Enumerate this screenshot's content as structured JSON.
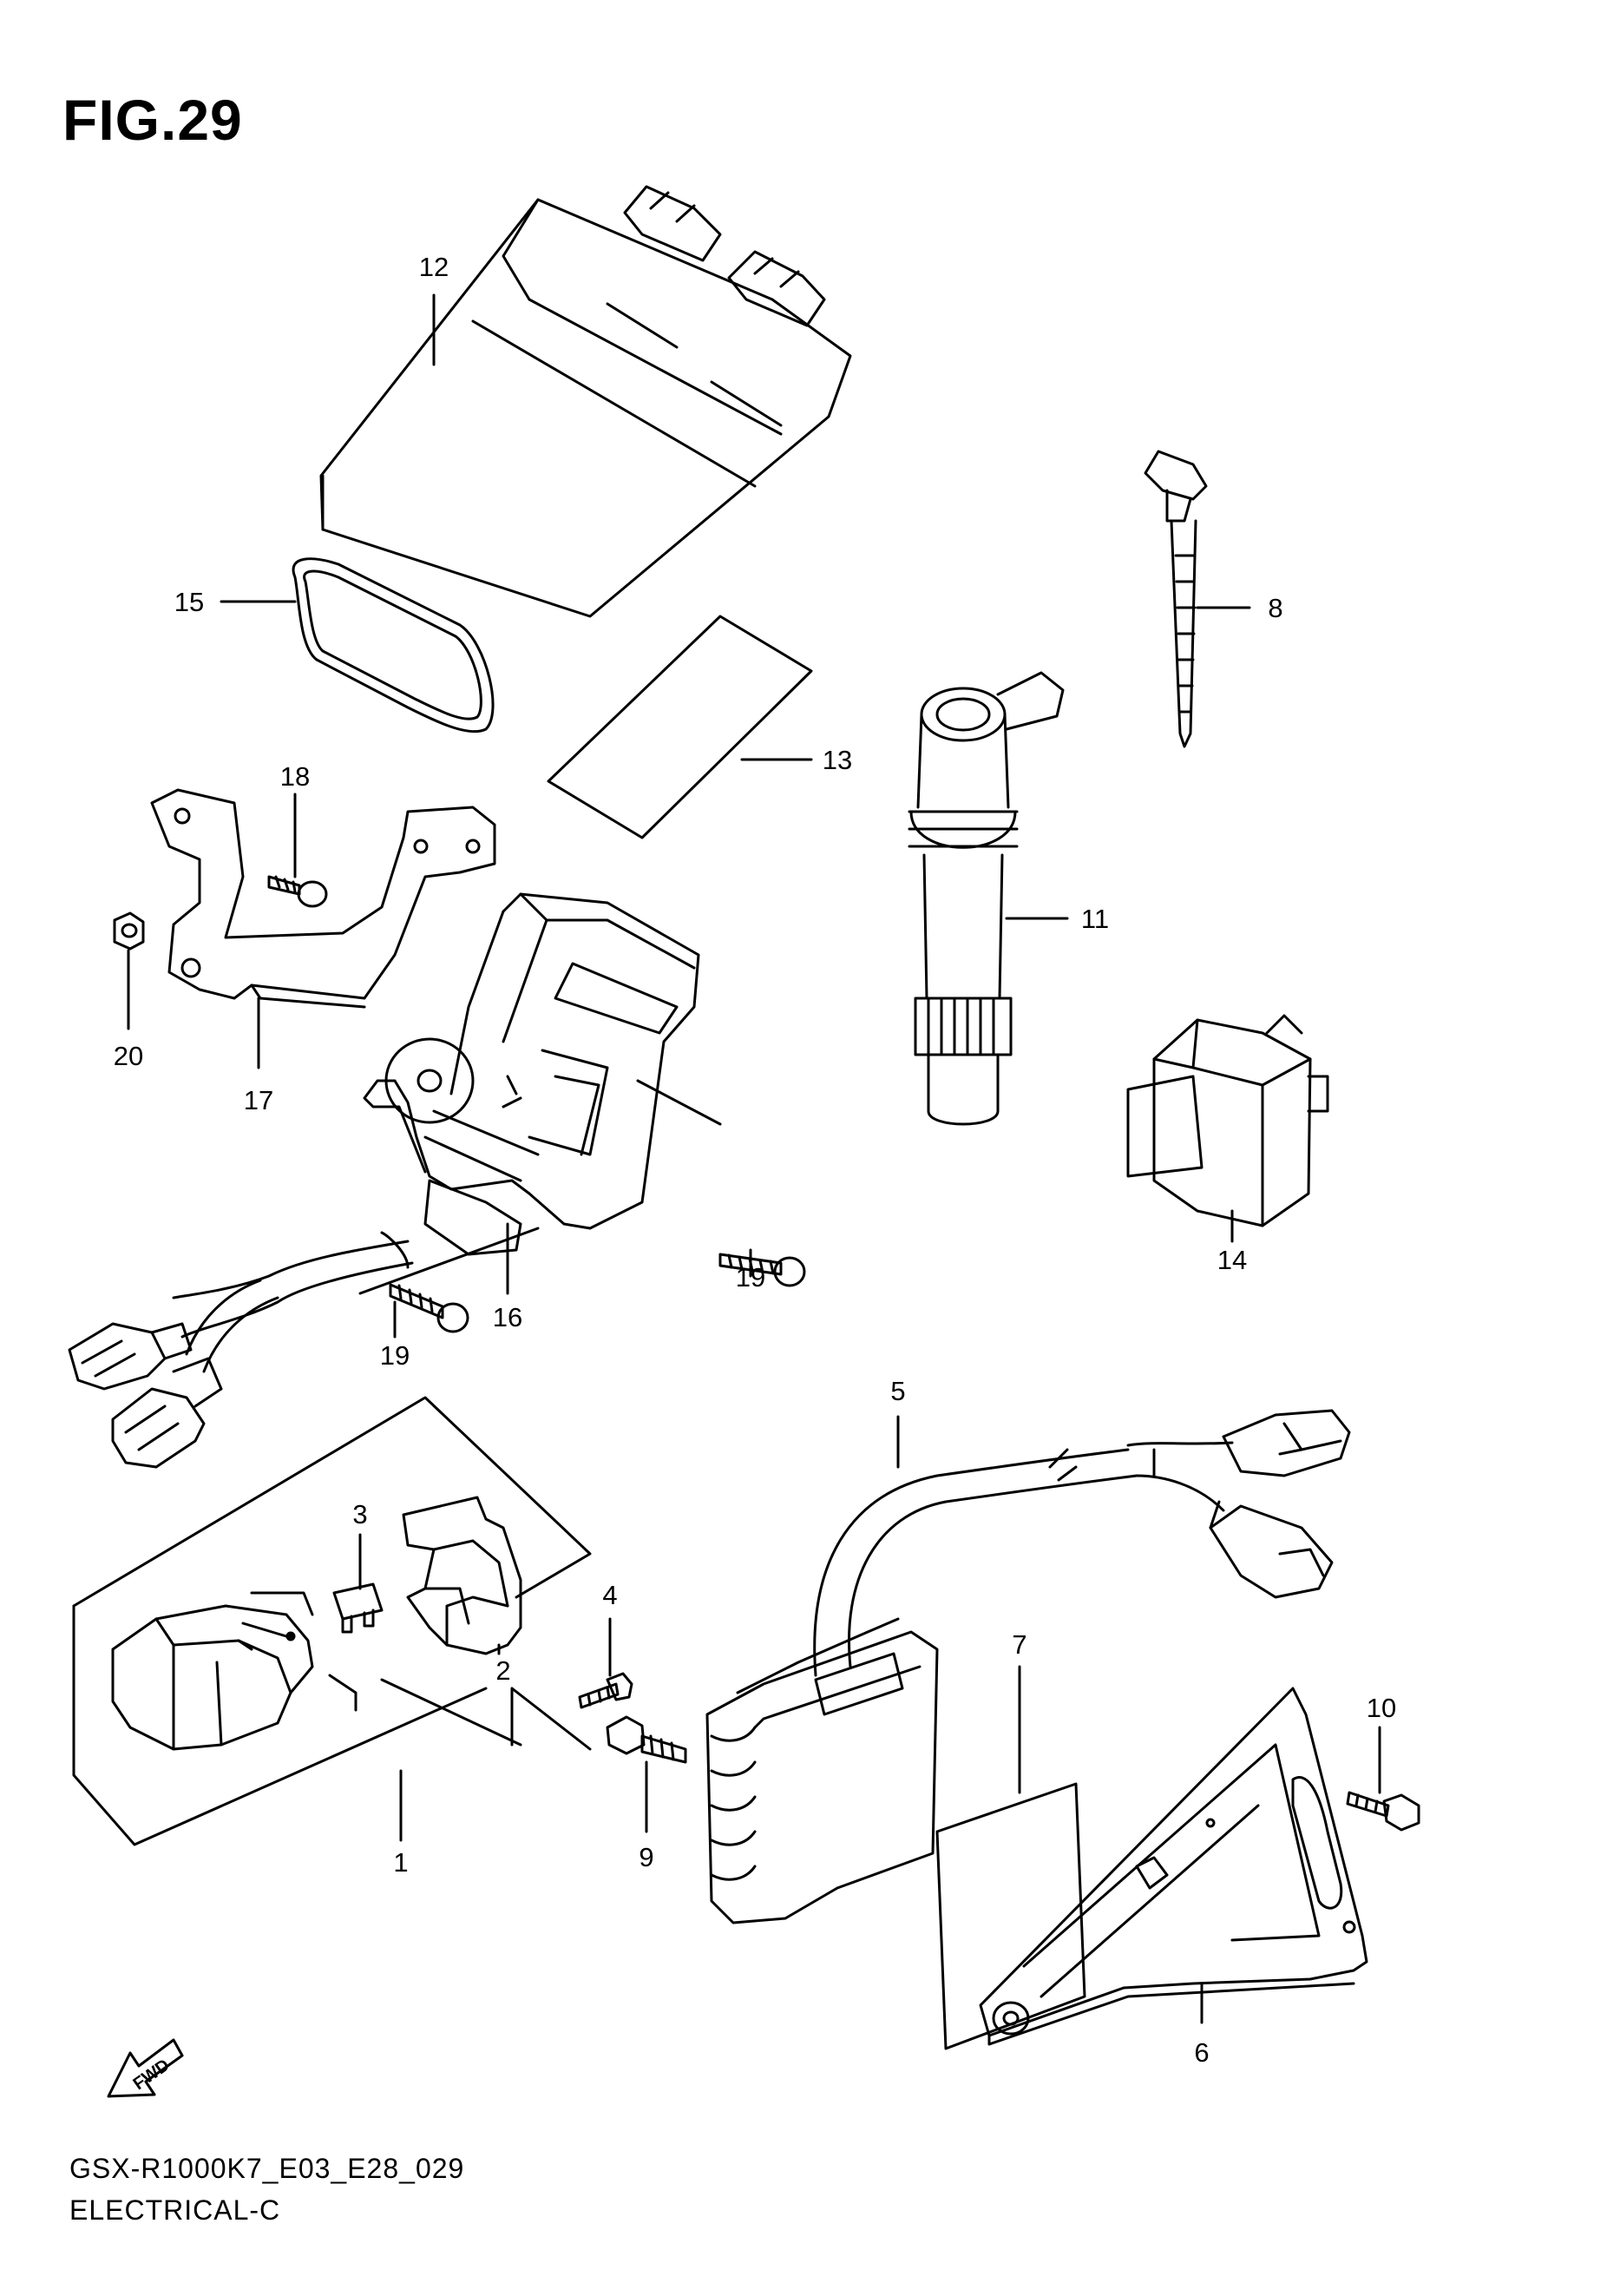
{
  "figure": {
    "title": "FIG.29",
    "model_code": "GSX-R1000K7_E03_E28_029",
    "section": "ELECTRICAL-C",
    "fwd_label": "FWD"
  },
  "parts": [
    {
      "ref": "1"
    },
    {
      "ref": "2"
    },
    {
      "ref": "3"
    },
    {
      "ref": "4"
    },
    {
      "ref": "5"
    },
    {
      "ref": "6"
    },
    {
      "ref": "7"
    },
    {
      "ref": "8"
    },
    {
      "ref": "9"
    },
    {
      "ref": "10"
    },
    {
      "ref": "11"
    },
    {
      "ref": "12"
    },
    {
      "ref": "13"
    },
    {
      "ref": "14"
    },
    {
      "ref": "15"
    },
    {
      "ref": "16"
    },
    {
      "ref": "17"
    },
    {
      "ref": "18"
    },
    {
      "ref": "19"
    },
    {
      "ref": "19"
    },
    {
      "ref": "20"
    }
  ]
}
